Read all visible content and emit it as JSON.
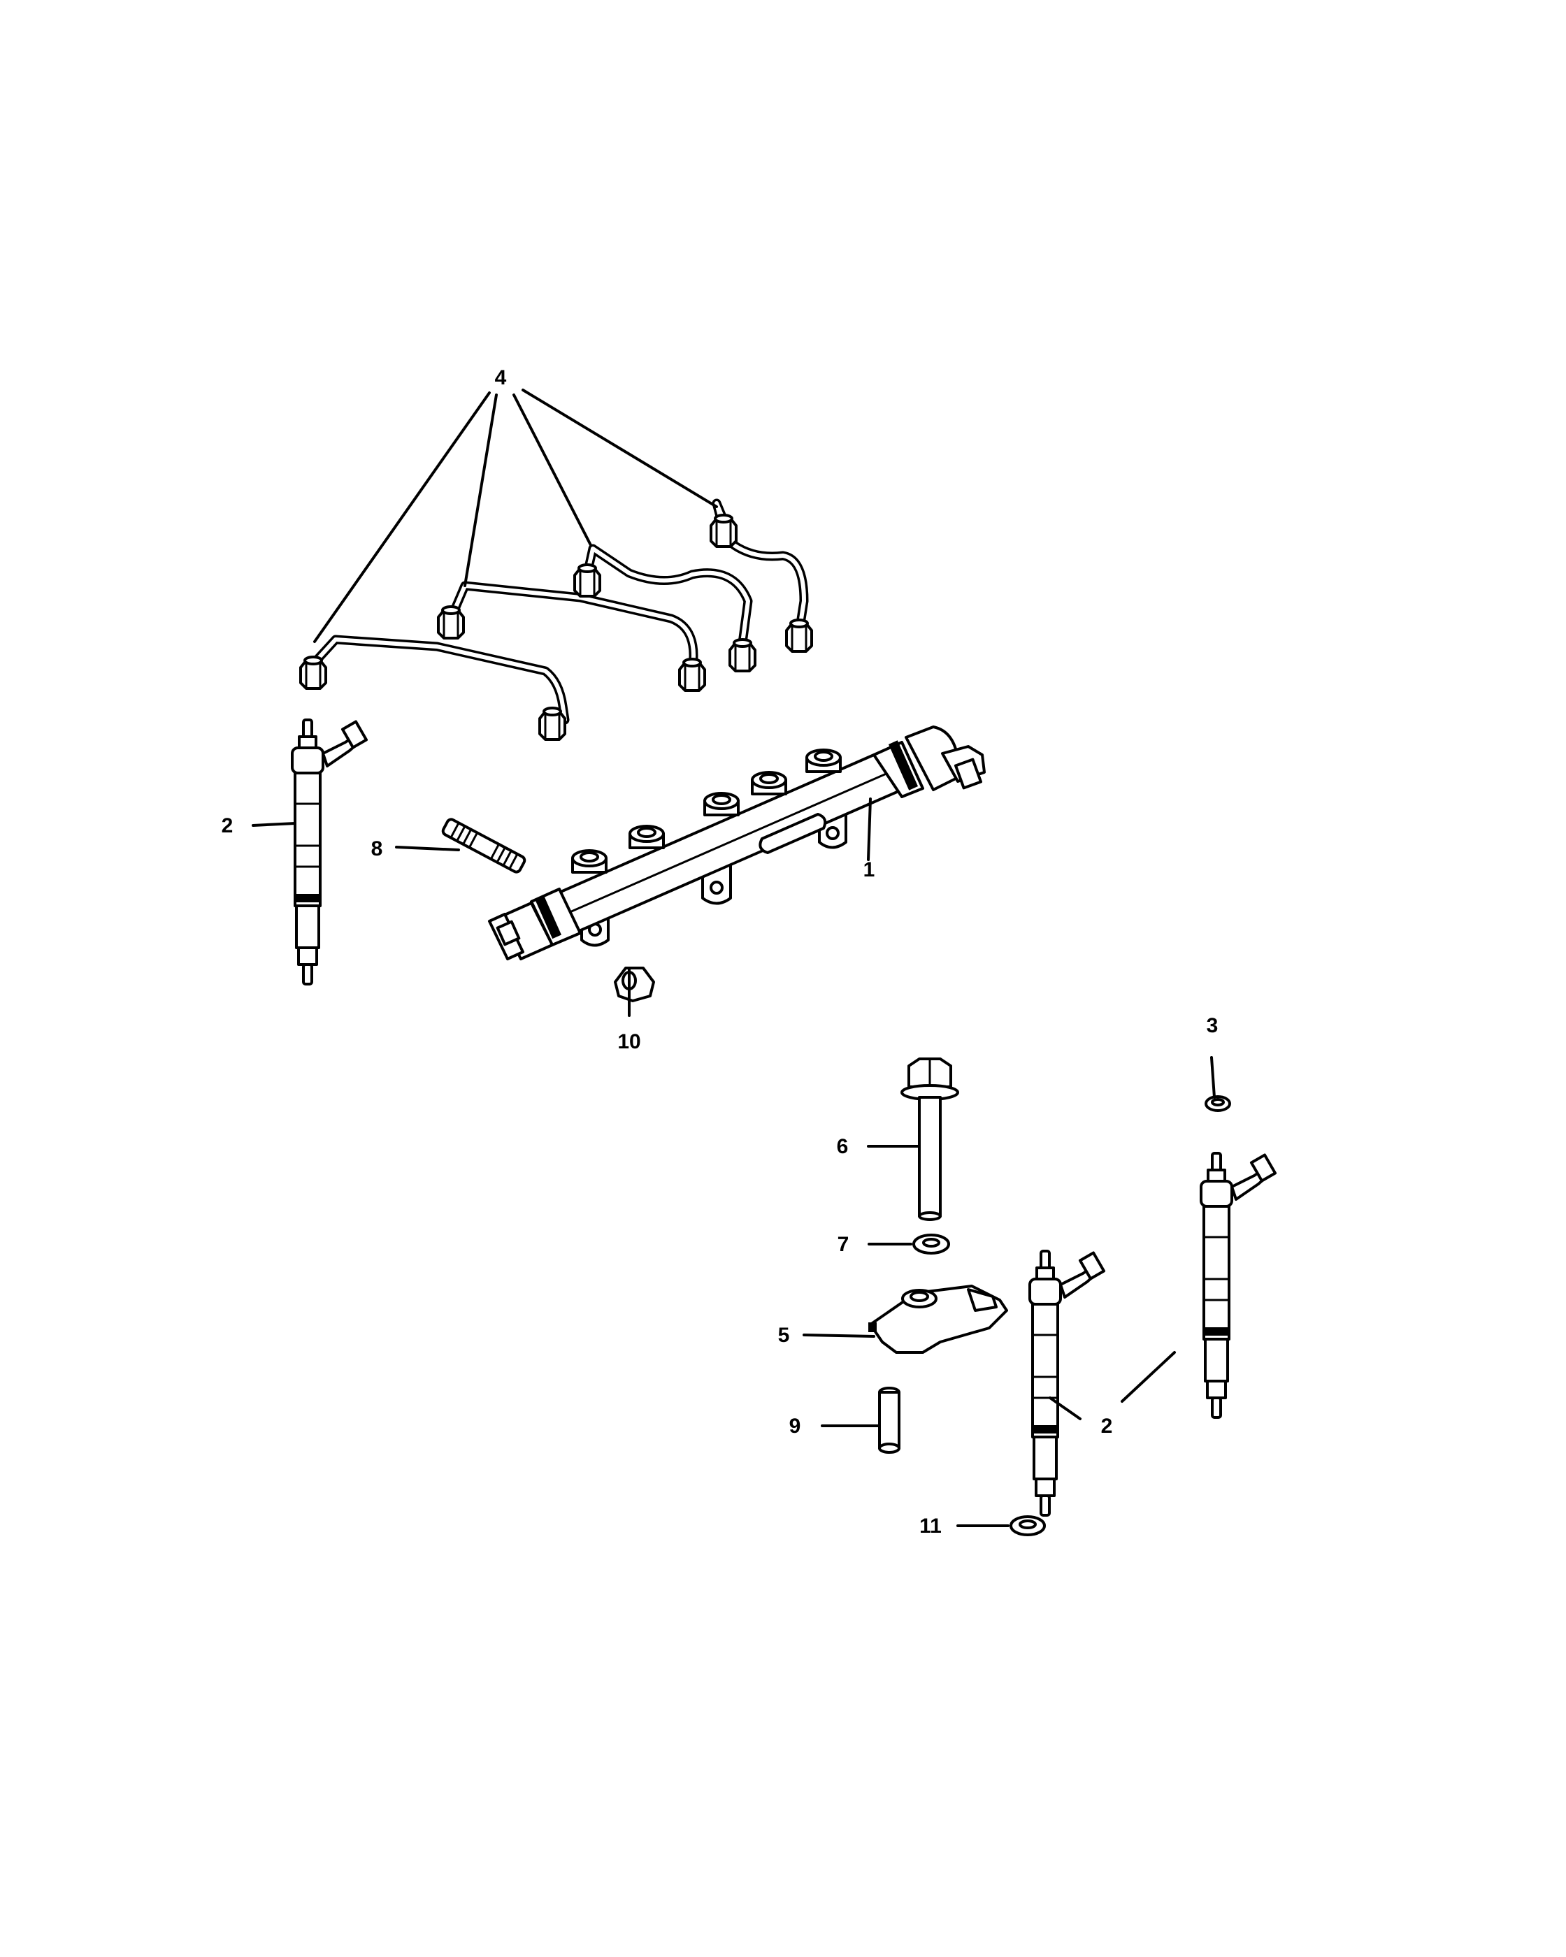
{
  "callouts": {
    "c1": "1",
    "c2a": "2",
    "c2b": "2",
    "c3": "3",
    "c4": "4",
    "c5": "5",
    "c6": "6",
    "c7": "7",
    "c8": "8",
    "c9": "9",
    "c10": "10",
    "c11": "11"
  }
}
